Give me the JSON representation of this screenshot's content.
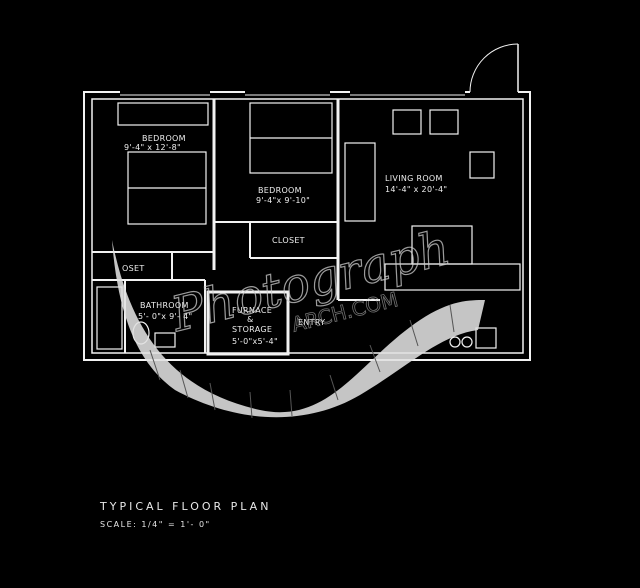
{
  "drawing": {
    "rooms": [
      {
        "id": "bedroom-1",
        "name": "BEDROOM",
        "dims": "9'-4\" x 12'-8\""
      },
      {
        "id": "bedroom-2",
        "name": "BEDROOM",
        "dims": "9'-4\"x 9'-10\""
      },
      {
        "id": "living-room",
        "name": "LIVING ROOM",
        "dims": "14'-4\" x 20'-4\""
      },
      {
        "id": "closet-1",
        "name": "CLOSET",
        "dims": ""
      },
      {
        "id": "closet-2",
        "name": "OSET",
        "dims": ""
      },
      {
        "id": "bathroom",
        "name": "BATHROOM",
        "dims": "5'- 0\"x 9'- 4\""
      },
      {
        "id": "furnace",
        "name": "FURNACE",
        "name2": "&",
        "name3": "STORAGE",
        "dims": "5'-0\"x5'-4\""
      },
      {
        "id": "entry",
        "name": "ENTRY",
        "dims": ""
      }
    ],
    "title": "TYPICAL   FLOOR   PLAN",
    "scale": "SCALE:   1/4\" = 1'- 0\""
  },
  "watermark": {
    "text": "Photograph",
    "subtext": "ARCH.COM"
  },
  "colors": {
    "background": "#000000",
    "lines": "#f2f2f2",
    "film": "#e0e0e0"
  }
}
